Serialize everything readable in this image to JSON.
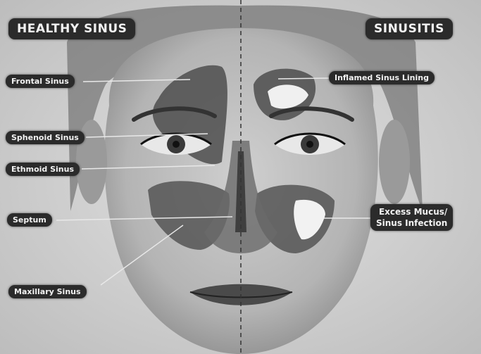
{
  "titles": {
    "left": "HEALTHY SINUS",
    "right": "SINUSITIS"
  },
  "labels": {
    "frontal": "Frontal Sinus",
    "sphenoid": "Sphenoid Sinus",
    "ethmoid": "Ethmoid Sinus",
    "septum": "Septum",
    "maxillary": "Maxillary Sinus",
    "inflamed": "Inflamed Sinus Lining",
    "excess_line1": "Excess Mucus/",
    "excess_line2": "Sinus Infection"
  }
}
